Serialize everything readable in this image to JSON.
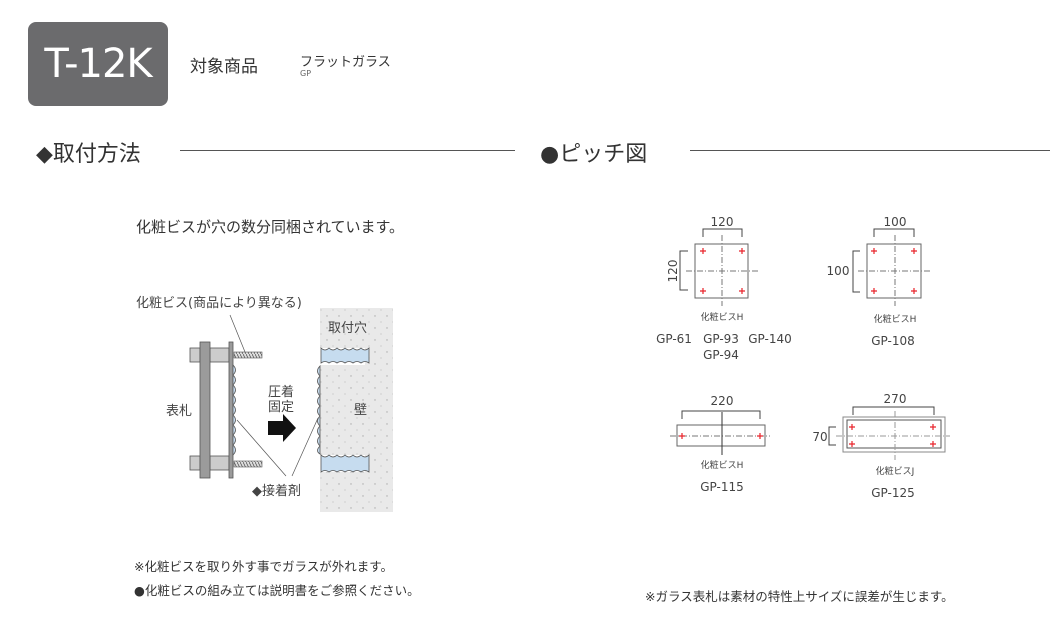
{
  "header": {
    "code": "T-12K",
    "target_label": "対象商品",
    "product_name": "フラットガラス",
    "product_code": "GP"
  },
  "install": {
    "heading": "◆取付方法",
    "intro": "化粧ビスが穴の数分同梱されています。",
    "labels": {
      "screw": "化粧ビス(商品により異なる)",
      "plate": "表札",
      "press1": "圧着",
      "press2": "固定",
      "hole": "取付穴",
      "wall": "壁",
      "adhesive": "◆接着剤"
    },
    "notes": [
      "※化粧ビスを取り外す事でガラスが外れます。",
      "●化粧ビスの組み立ては説明書をご参照ください。"
    ]
  },
  "pitch": {
    "heading": "●ピッチ図",
    "diagrams": [
      {
        "width": "120",
        "height": "120",
        "screw": "化粧ビスH",
        "models": [
          "GP-61",
          "GP-93",
          "GP-140",
          "GP-94"
        ]
      },
      {
        "width": "100",
        "height": "100",
        "screw": "化粧ビスH",
        "models": [
          "GP-108"
        ]
      },
      {
        "width": "220",
        "screw": "化粧ビスH",
        "models": [
          "GP-115"
        ]
      },
      {
        "width": "270",
        "height": "70",
        "screw": "化粧ビスJ",
        "models": [
          "GP-125"
        ]
      }
    ],
    "note": "※ガラス表札は素材の特性上サイズに誤差が生じます。"
  },
  "colors": {
    "badge": "#6b6b6d",
    "screw_mark": "#e8232a",
    "adhesive": "#c6dcef",
    "wall": "#e9e9e9"
  }
}
